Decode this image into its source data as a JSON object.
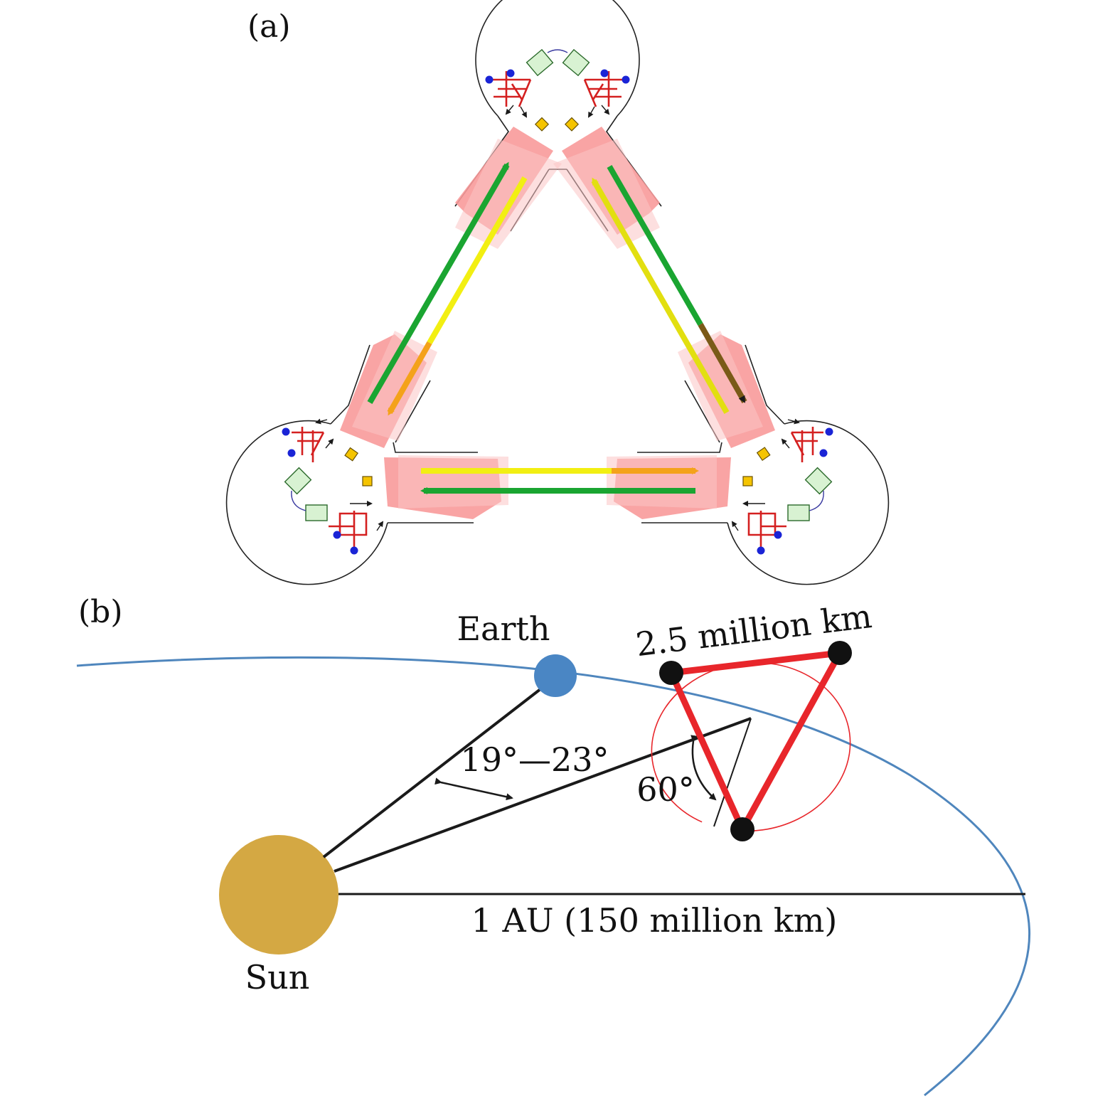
{
  "panel_a": {
    "label": "(a)",
    "colors": {
      "beam_green": "#1aa531",
      "beam_yellow": "#f2ef12",
      "beam_orange": "#f4a21a",
      "telescope_pink": "#f89a9a",
      "telescope_light": "#fbc4c4",
      "bench_red": "#d42020",
      "detector_blue": "#1a24d6",
      "test_mass_yellow": "#f5c400",
      "laser_box": "#d8f2d2"
    }
  },
  "panel_b": {
    "label": "(b)",
    "earth_label": "Earth",
    "sun_label": "Sun",
    "arm_label": "2.5 million km",
    "trail_angle_label": "19°—23°",
    "tilt_angle_label": "60°",
    "distance_label": "1 AU (150 million km)",
    "colors": {
      "orbit": "#4f86bd",
      "earth": "#4a86c4",
      "sun": "#d4a843",
      "arms": "#e8262b",
      "spacecraft": "#111111",
      "lines": "#1a1a1a"
    }
  }
}
